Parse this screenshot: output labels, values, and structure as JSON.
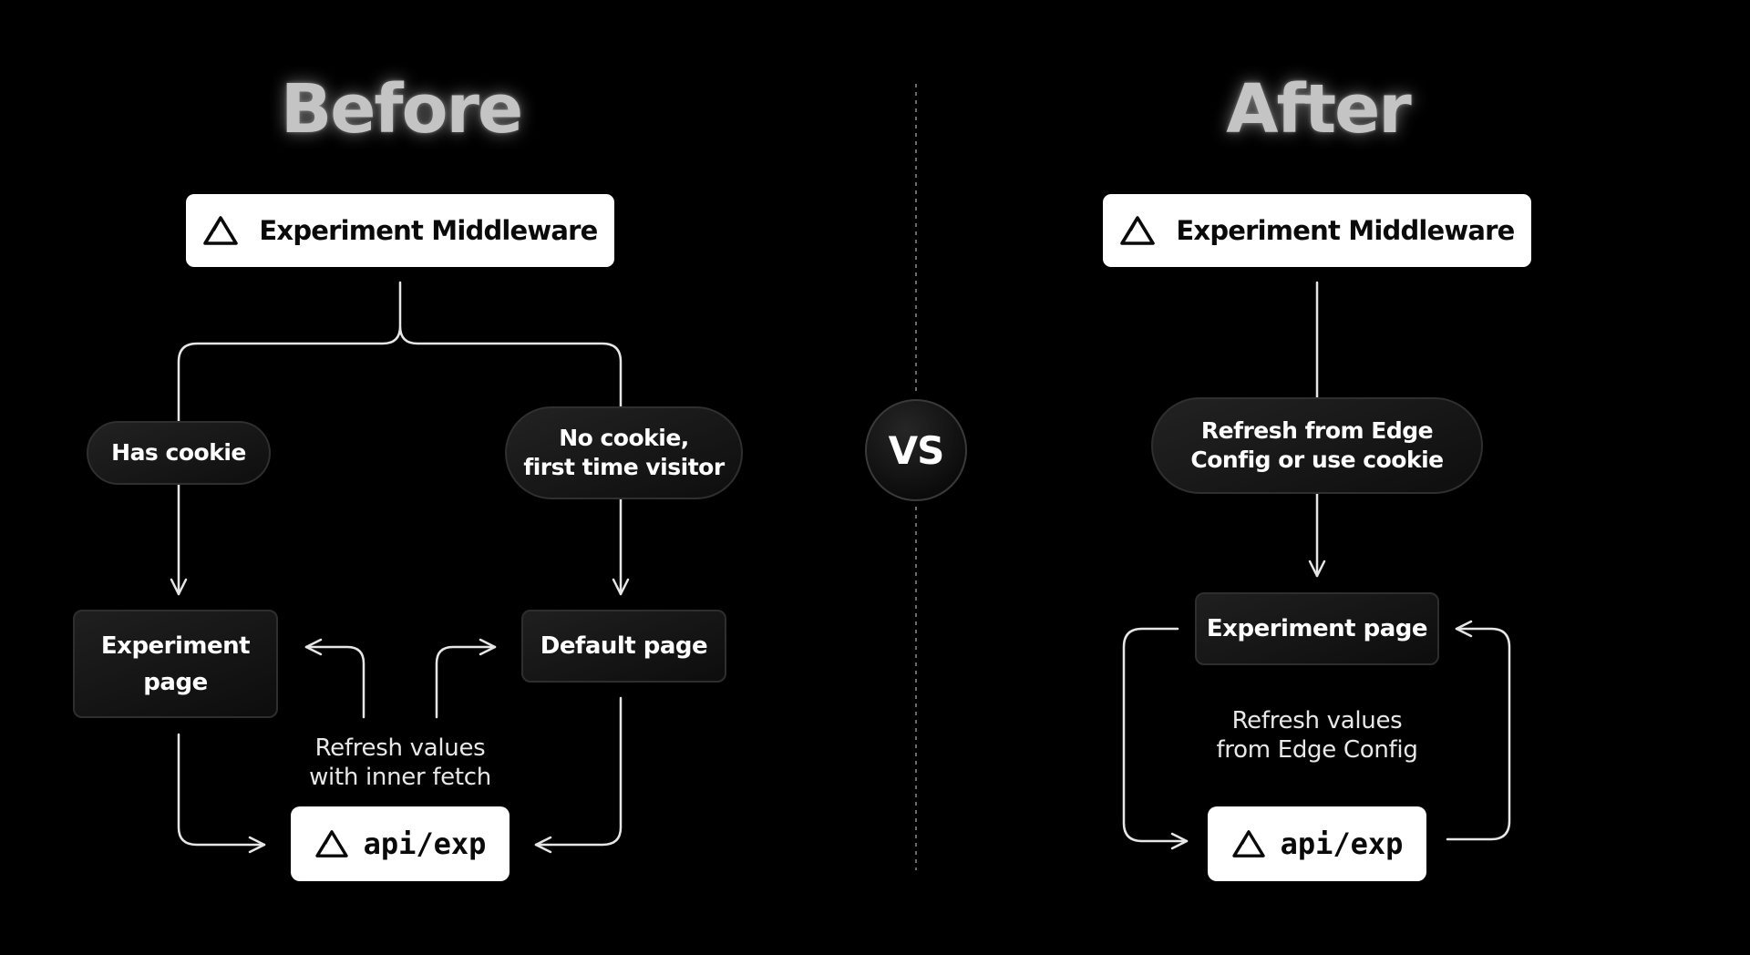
{
  "before": {
    "heading": "Before",
    "middleware_label": "Experiment Middleware",
    "has_cookie_label": "Has cookie",
    "no_cookie_line1": "No cookie,",
    "no_cookie_line2": "first time visitor",
    "experiment_page_line1": "Experiment",
    "experiment_page_line2": "page",
    "default_page_label": "Default page",
    "refresh_line1": "Refresh values",
    "refresh_line2": "with inner fetch",
    "api_label": "api/exp"
  },
  "divider": {
    "vs_label": "VS"
  },
  "after": {
    "heading": "After",
    "middleware_label": "Experiment Middleware",
    "refresh_pill_line1": "Refresh from Edge",
    "refresh_pill_line2": "Config or use cookie",
    "experiment_page_label": "Experiment page",
    "refresh_line1": "Refresh values",
    "refresh_line2": "from Edge Config",
    "api_label": "api/exp"
  },
  "icons": {
    "logo": "triangle-logo-icon"
  },
  "colors": {
    "background": "#000000",
    "line": "#e6e6e6",
    "white_box": "#ffffff",
    "dark_box_border": "#2e2e2e",
    "heading": "#c4c4c4"
  }
}
